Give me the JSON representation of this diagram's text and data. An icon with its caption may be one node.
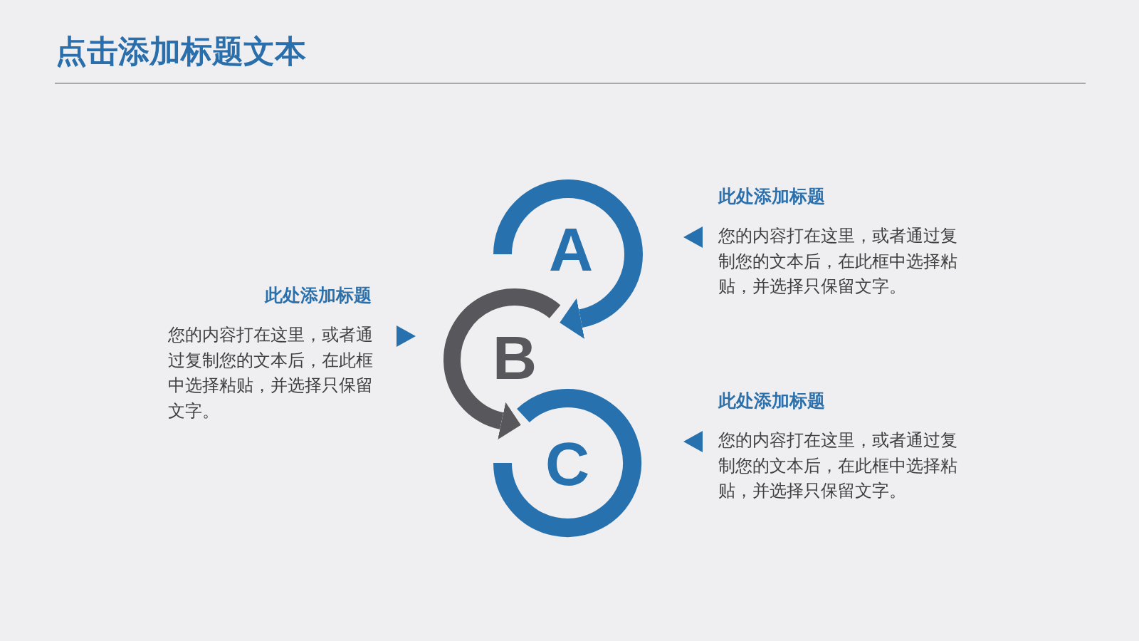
{
  "diagram": {
    "title": "点击添加标题文本",
    "nodes": [
      {
        "text": [
          "A"
        ]
      },
      {
        "text": [
          "B"
        ]
      },
      {
        "text": [
          "C"
        ]
      },
      {
        "text": [
          "此处添加标题",
          "您的内容打在这里，或者通过复制您的文本后，在此框中选择粘贴，并选择只保留文字。"
        ]
      },
      {
        "text": [
          "此处添加标题",
          "您的内容打在这里，或者通过复制您的文本后，在此框中选择粘贴，并选择只保留文字。"
        ]
      },
      {
        "text": [
          "此处添加标题",
          "您的内容打在这里，或者通过复制您的文本后，在此框中选择粘贴，并选择只保留文字。"
        ]
      }
    ],
    "edges": [
      {
        "from": 0,
        "to": 1,
        "arrow": "to"
      },
      {
        "from": 1,
        "to": 2,
        "arrow": "to",
        "color": "#58575c"
      },
      {
        "from": 3,
        "to": 0,
        "arrow": "to"
      },
      {
        "from": 4,
        "to": 1,
        "arrow": "to"
      },
      {
        "from": 5,
        "to": 2,
        "arrow": "to"
      }
    ]
  }
}
